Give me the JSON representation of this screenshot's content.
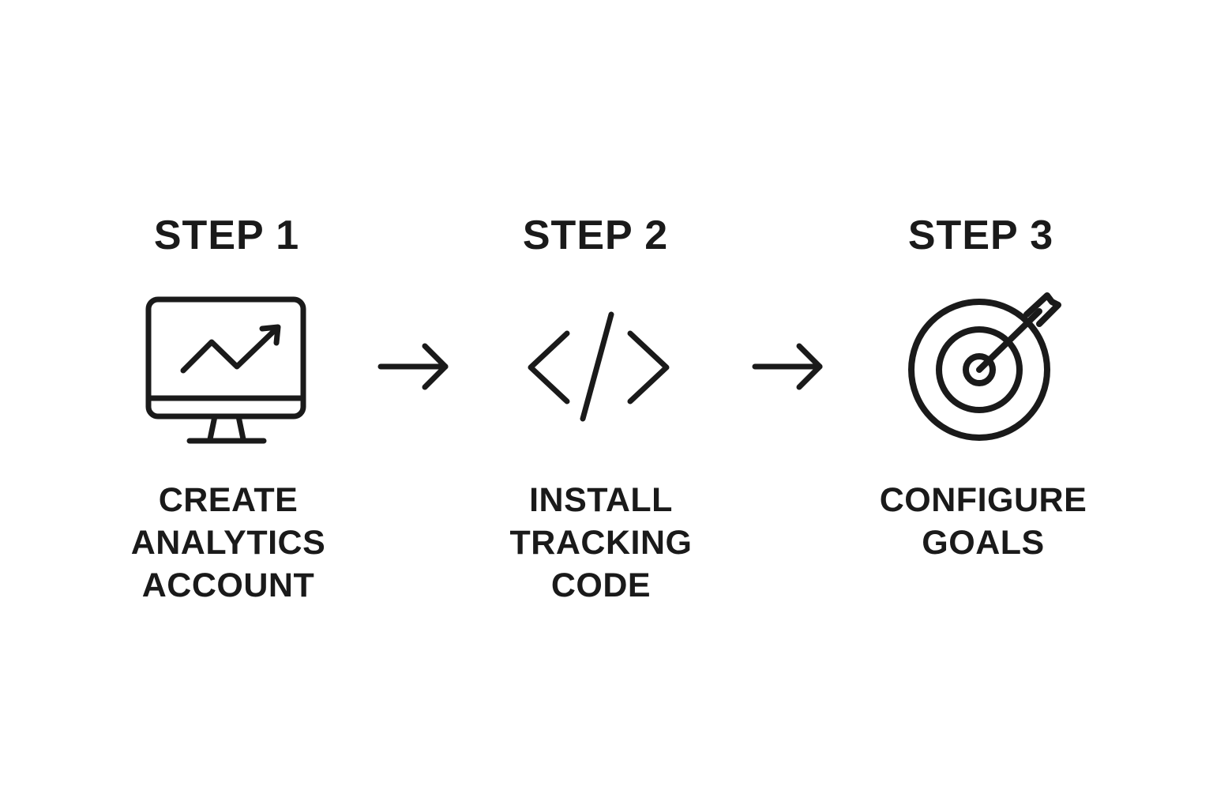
{
  "steps": [
    {
      "title": "STEP 1",
      "description_lines": [
        "CREATE",
        "ANALYTICS",
        "ACCOUNT"
      ],
      "icon": "monitor-chart-icon"
    },
    {
      "title": "STEP 2",
      "description_lines": [
        "INSTALL",
        "TRACKING",
        "CODE"
      ],
      "icon": "code-brackets-icon"
    },
    {
      "title": "STEP 3",
      "description_lines": [
        "CONFIGURE",
        "GOALS"
      ],
      "icon": "target-arrow-icon"
    }
  ],
  "connectors": [
    "arrow-right-icon",
    "arrow-right-icon"
  ],
  "colors": {
    "foreground": "#1a1a1a",
    "background": "#ffffff"
  }
}
